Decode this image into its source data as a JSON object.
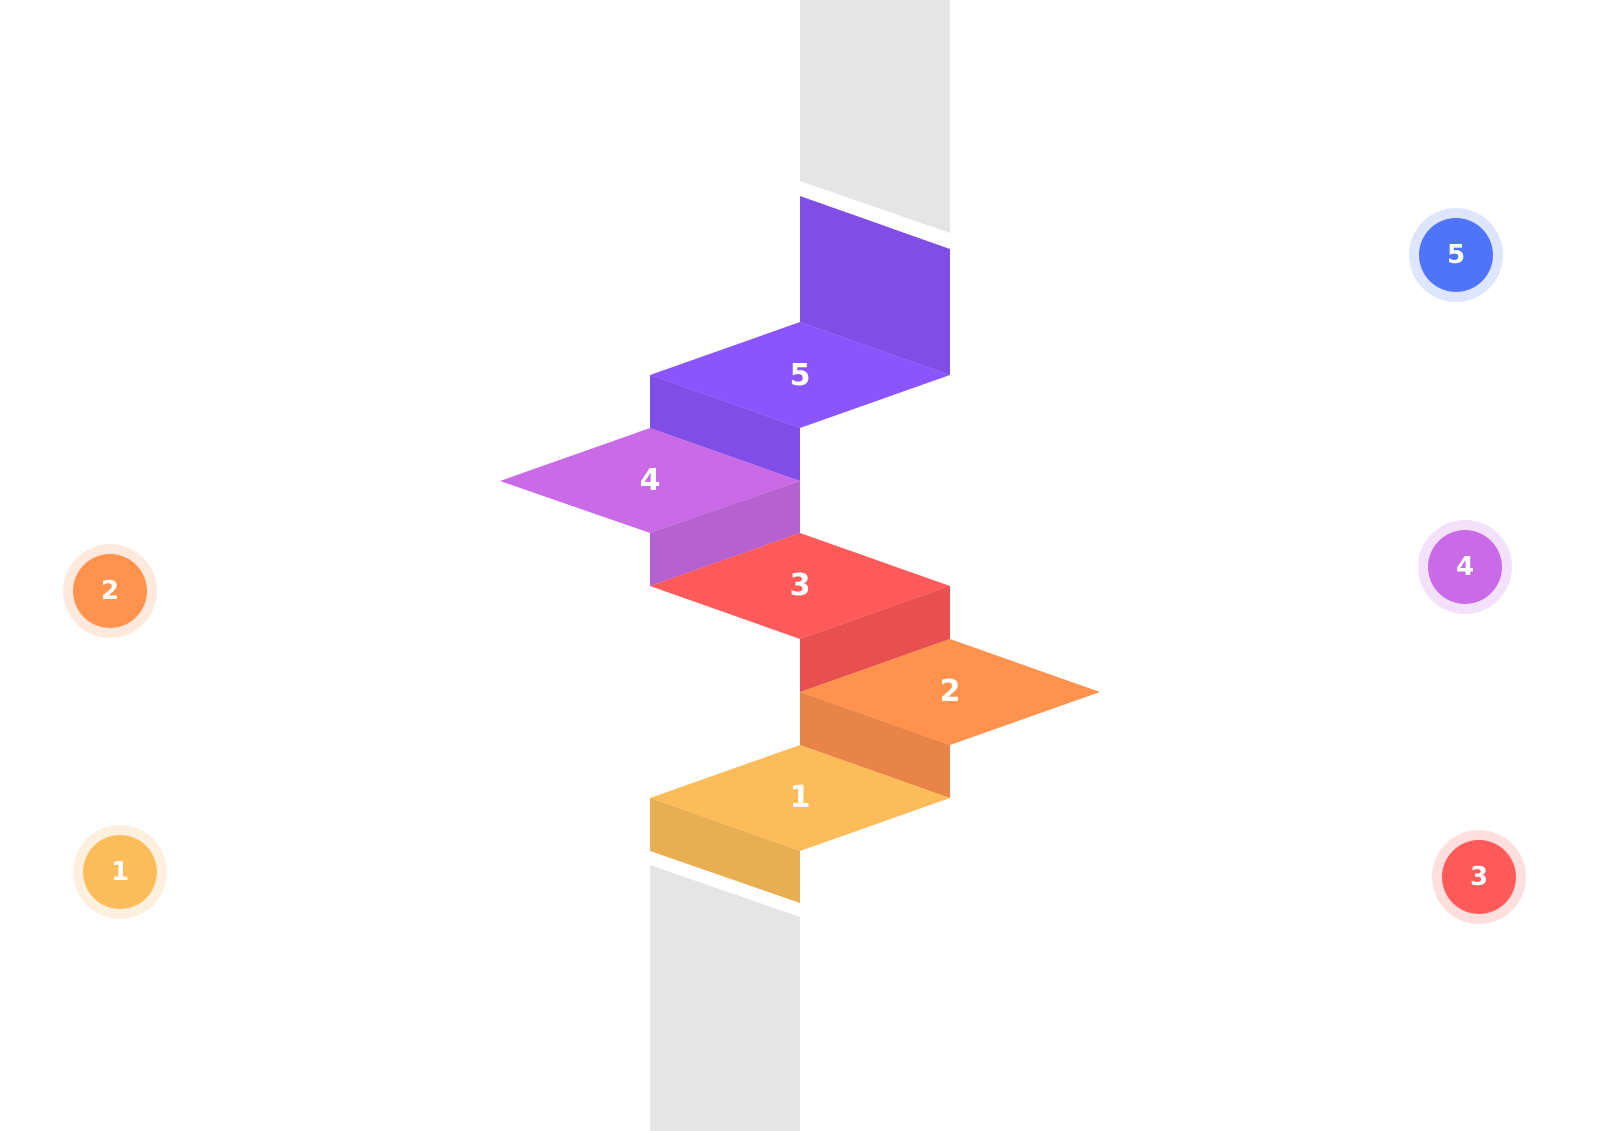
{
  "diagram": {
    "type": "isometric-staircase",
    "pillar_color": "#e5e5e5",
    "steps": [
      {
        "label": "1",
        "top": "#fdbc5a",
        "side": "#e8ae52"
      },
      {
        "label": "2",
        "top": "#ff924d",
        "side": "#e88447"
      },
      {
        "label": "3",
        "top": "#ff5a5a",
        "side": "#e84f4f"
      },
      {
        "label": "4",
        "top": "#c96be6",
        "side": "#b562d0"
      },
      {
        "label": "5",
        "top": "#8b55fd",
        "side": "#804de6"
      }
    ]
  },
  "badges": [
    {
      "label": "1",
      "color": "#fdbc5a",
      "halo": "#fff0de"
    },
    {
      "label": "2",
      "color": "#ff924d",
      "halo": "#ffe9dc"
    },
    {
      "label": "3",
      "color": "#ff5a5a",
      "halo": "#ffdede"
    },
    {
      "label": "4",
      "color": "#c96be6",
      "halo": "#f3e0fa"
    },
    {
      "label": "5",
      "color": "#4f74fc",
      "halo": "#dee5fe"
    }
  ]
}
